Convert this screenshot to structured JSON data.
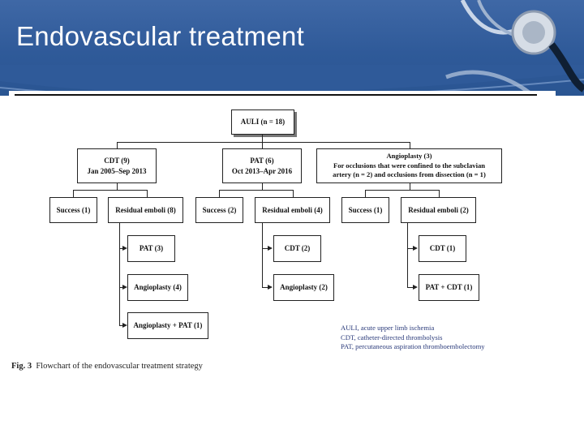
{
  "slide": {
    "title": "Endovascular treatment"
  },
  "flowchart": {
    "root": "AULI (n = 18)",
    "branches": [
      {
        "line1": "CDT (9)",
        "line2": "Jan 2005–Sep 2013"
      },
      {
        "line1": "PAT (6)",
        "line2": "Oct 2013–Apr 2016"
      },
      {
        "line1": "Angioplasty (3)",
        "line2": "For occlusions that were confined to the subclavian",
        "line3": "artery (n = 2) and occlusions from dissection (n = 1)"
      }
    ],
    "outcomes": [
      {
        "success": "Success (1)",
        "residual": "Residual emboli (8)",
        "followups": [
          "PAT (3)",
          "Angioplasty (4)",
          "Angioplasty + PAT (1)"
        ]
      },
      {
        "success": "Success (2)",
        "residual": "Residual emboli (4)",
        "followups": [
          "CDT (2)",
          "Angioplasty (2)"
        ]
      },
      {
        "success": "Success (1)",
        "residual": "Residual emboli (2)",
        "followups": [
          "CDT (1)",
          "PAT + CDT (1)"
        ]
      }
    ],
    "legend": [
      "AULI, acute upper limb ischemia",
      "CDT, catheter-directed thrombolysis",
      "PAT, percutaneous aspiration thromboembolectomy"
    ],
    "caption_label": "Fig. 3",
    "caption_text": "Flowchart of the endovascular treatment strategy"
  },
  "colors": {
    "header": "#2f5a99",
    "legend_text": "#2a3a7a"
  },
  "icons": [
    "stethoscope-icon"
  ]
}
